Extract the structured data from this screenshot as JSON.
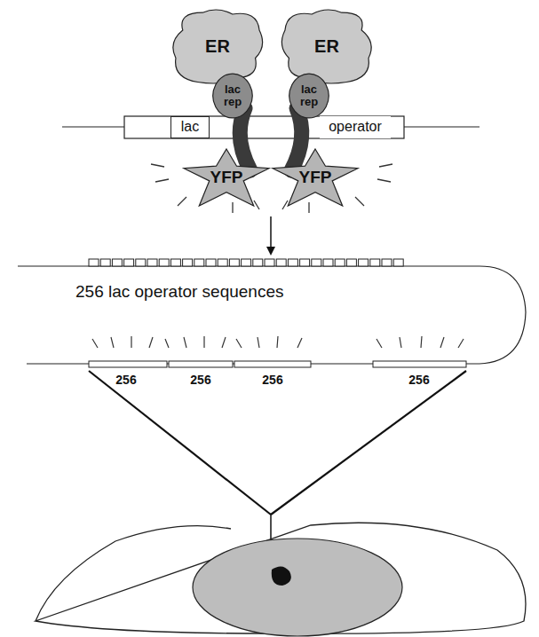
{
  "diagram": {
    "nodes": [
      {
        "text": [
          "ER"
        ]
      },
      {
        "text": [
          "ER"
        ]
      },
      {
        "text": [
          "lac rep"
        ]
      },
      {
        "text": [
          "lac rep"
        ]
      },
      {
        "text": [
          "lac"
        ]
      },
      {
        "text": [
          "operator"
        ]
      },
      {
        "text": [
          "YFP"
        ]
      },
      {
        "text": [
          "YFP"
        ]
      }
    ],
    "labels": [
      "256 lac operator sequences",
      "256",
      "256",
      "256",
      "256"
    ]
  }
}
